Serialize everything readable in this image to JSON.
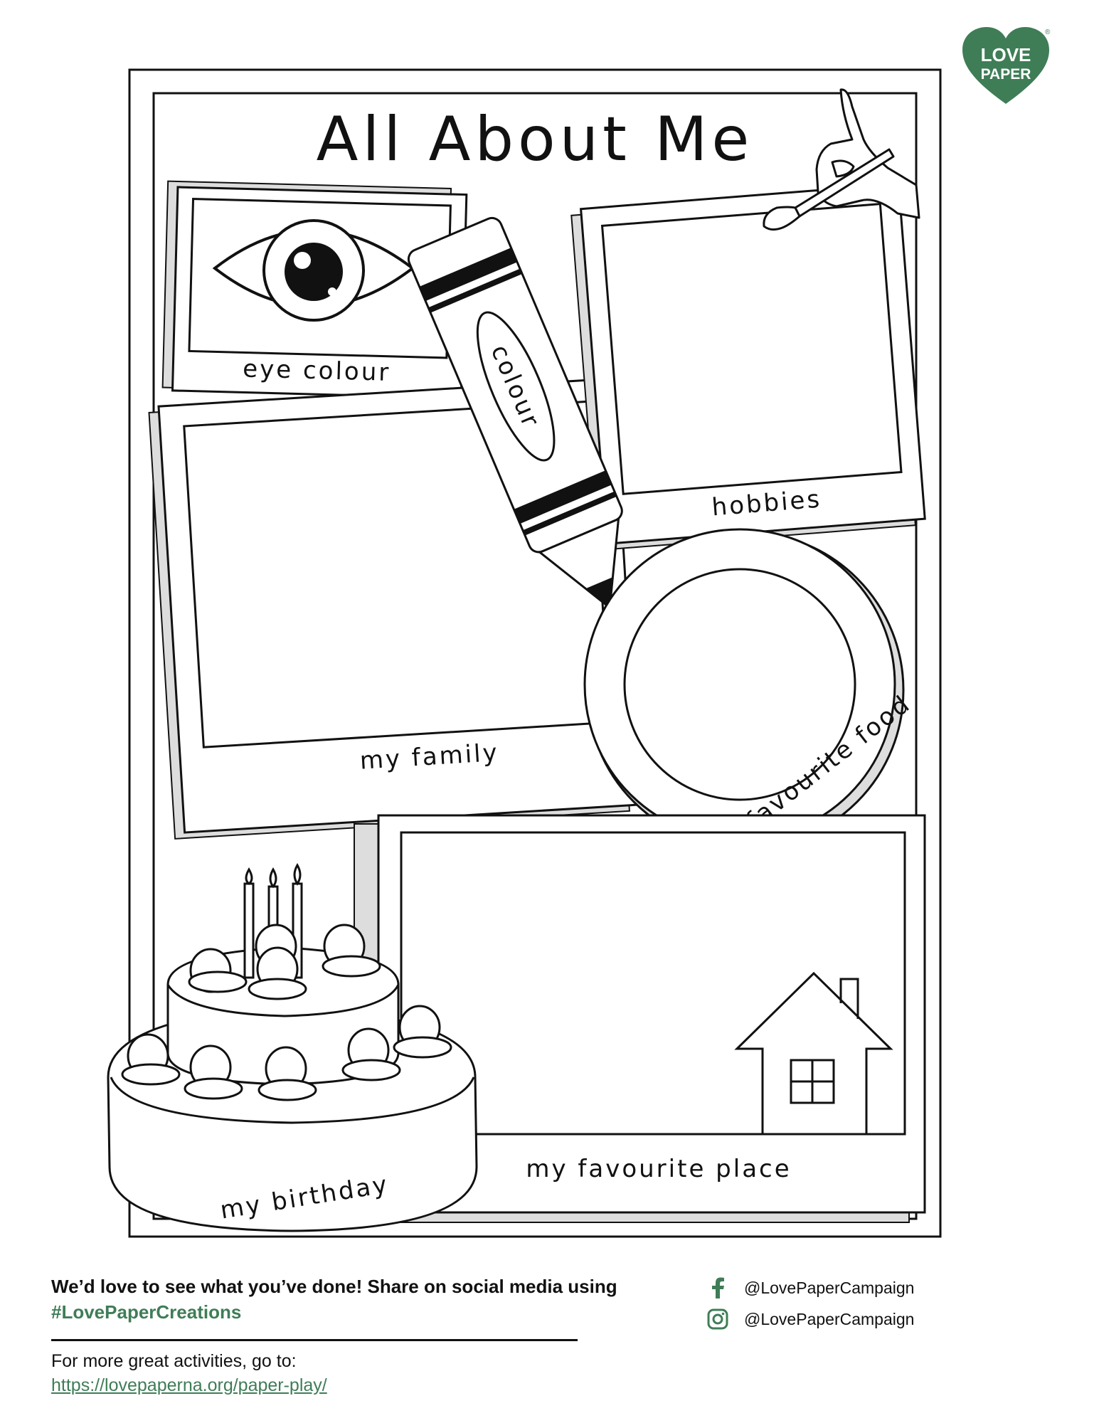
{
  "brand": {
    "logo_line1": "LOVE",
    "logo_line2": "PAPER",
    "logo_mark": "®",
    "color": "#3f7d57"
  },
  "worksheet": {
    "title": "All About Me",
    "labels": {
      "eye": "eye colour",
      "crayon": "colour",
      "hobbies": "hobbies",
      "family": "my family",
      "food": "favourite food",
      "birthday": "my birthday",
      "place": "my favourite place"
    }
  },
  "footer": {
    "share_text": "We’d love to see what you’ve done! Share on social media using",
    "hashtag": "#LovePaperCreations",
    "more_text": "For more great activities, go to:",
    "url": "https://lovepaperna.org/paper-play/",
    "social": [
      {
        "icon": "facebook-icon",
        "handle": "@LovePaperCampaign"
      },
      {
        "icon": "instagram-icon",
        "handle": "@LovePaperCampaign"
      }
    ]
  }
}
